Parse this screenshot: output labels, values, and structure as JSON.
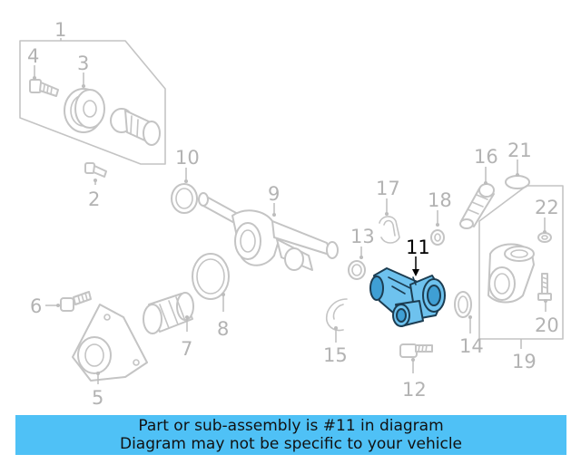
{
  "diagram": {
    "labels": {
      "n1": "1",
      "n2": "2",
      "n3": "3",
      "n4": "4",
      "n5": "5",
      "n6": "6",
      "n7": "7",
      "n8": "8",
      "n9": "9",
      "n10": "10",
      "n11": "11",
      "n12": "12",
      "n13": "13",
      "n14": "14",
      "n15": "15",
      "n16": "16",
      "n17": "17",
      "n18": "18",
      "n19": "19",
      "n20": "20",
      "n21": "21",
      "n22": "22"
    },
    "highlighted_part": "11",
    "highlight_color": "#6ec2ee"
  },
  "banner": {
    "line1": "Part or sub-assembly is #11 in diagram",
    "line2": "Diagram may not be specific to your vehicle",
    "background": "#4fc1f6"
  }
}
